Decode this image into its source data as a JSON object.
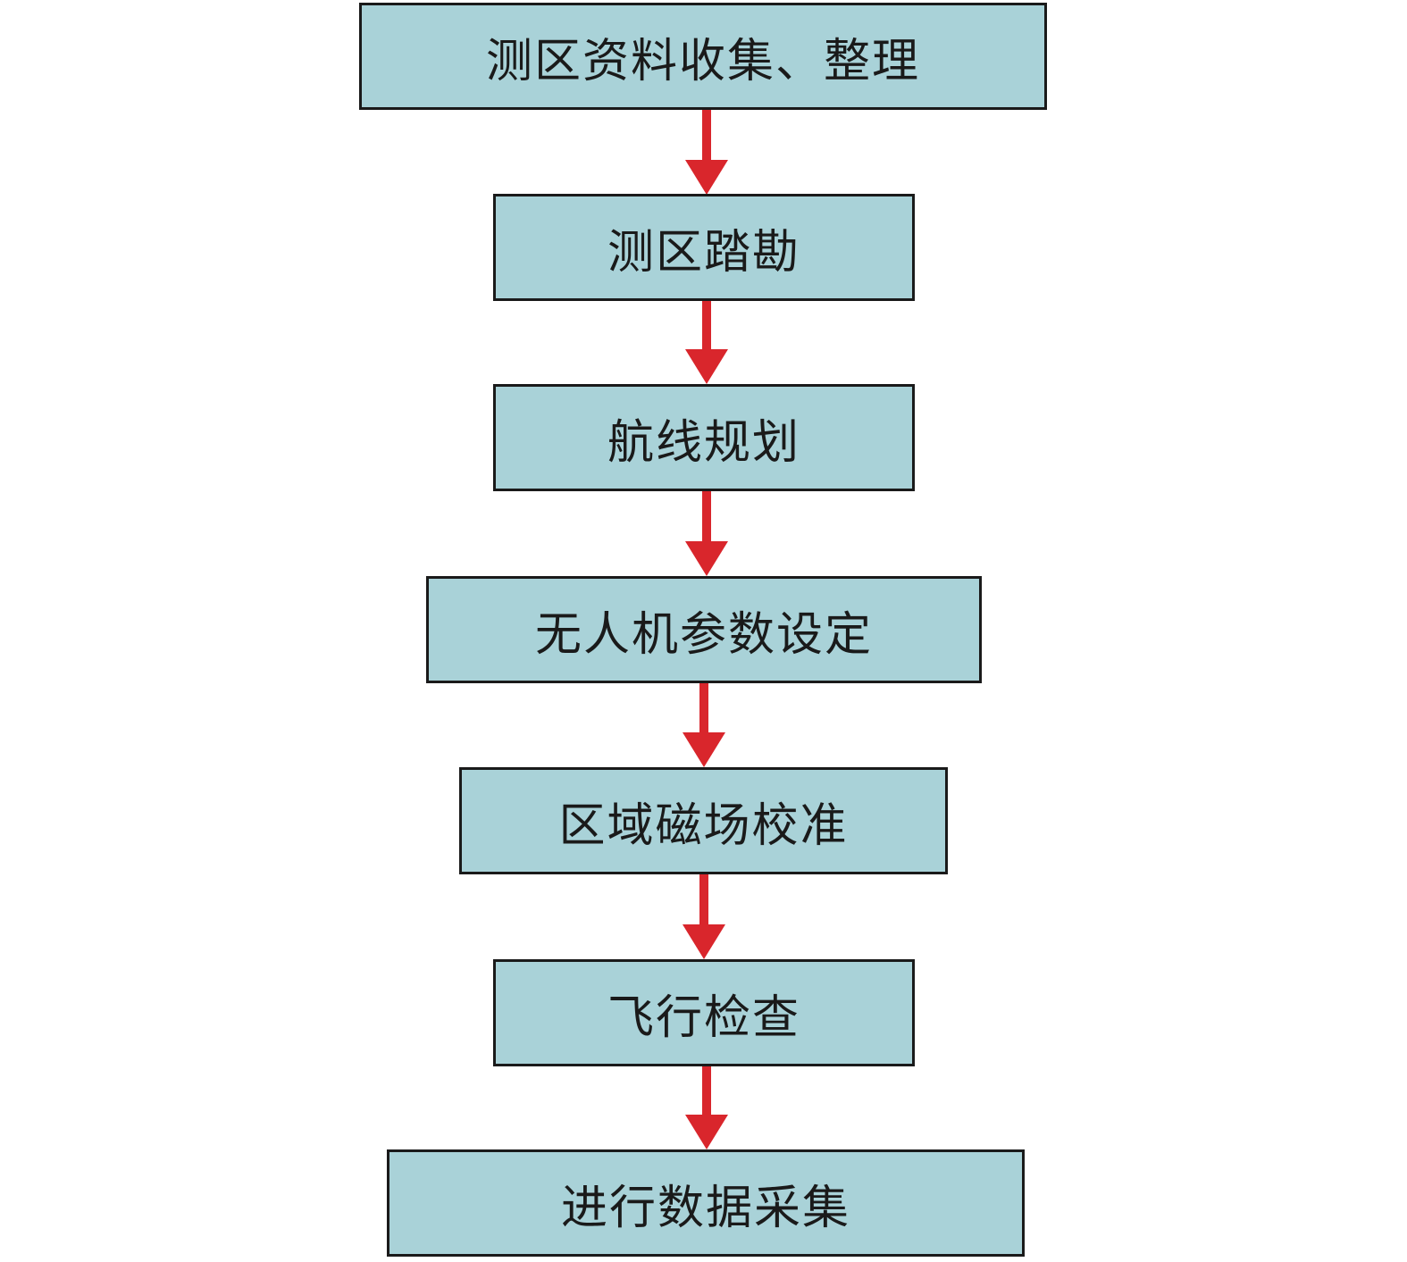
{
  "diagram": {
    "steps": [
      {
        "label": "测区资料收集、整理"
      },
      {
        "label": "测区踏勘"
      },
      {
        "label": "航线规划"
      },
      {
        "label": "无人机参数设定"
      },
      {
        "label": "区域磁场校准"
      },
      {
        "label": "飞行检查"
      },
      {
        "label": "进行数据采集"
      }
    ],
    "colors": {
      "box_fill": "#a9d2d8",
      "box_border": "#1a1a1a",
      "arrow": "#d9262c",
      "text": "#1a1a1a"
    }
  }
}
